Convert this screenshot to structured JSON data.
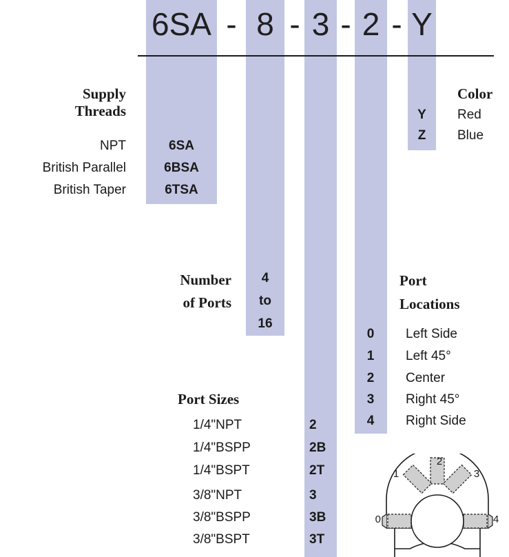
{
  "part_number": {
    "segments": [
      "6SA",
      "8",
      "3",
      "2",
      "Y"
    ],
    "separator": "-"
  },
  "supply_threads": {
    "heading_line1": "Supply",
    "heading_line2": "Threads",
    "options": [
      {
        "label": "NPT",
        "code": "6SA"
      },
      {
        "label": "British Parallel",
        "code": "6BSA"
      },
      {
        "label": "British Taper",
        "code": "6TSA"
      }
    ]
  },
  "number_of_ports": {
    "heading_line1": "Number",
    "heading_line2": "of Ports",
    "range": [
      "4",
      "to",
      "16"
    ]
  },
  "port_sizes": {
    "heading": "Port Sizes",
    "options": [
      {
        "label": "1/4\"NPT",
        "code": "2"
      },
      {
        "label": "1/4\"BSPP",
        "code": "2B"
      },
      {
        "label": "1/4\"BSPT",
        "code": "2T"
      },
      {
        "label": "3/8\"NPT",
        "code": "3"
      },
      {
        "label": "3/8\"BSPP",
        "code": "3B"
      },
      {
        "label": "3/8\"BSPT",
        "code": "3T"
      }
    ]
  },
  "port_locations": {
    "heading_line1": "Port",
    "heading_line2": "Locations",
    "options": [
      {
        "code": "0",
        "label": "Left Side"
      },
      {
        "code": "1",
        "label": "Left 45°"
      },
      {
        "code": "2",
        "label": "Center"
      },
      {
        "code": "3",
        "label": "Right 45°"
      },
      {
        "code": "4",
        "label": "Right Side"
      }
    ]
  },
  "color": {
    "heading": "Color",
    "options": [
      {
        "code": "Y",
        "label": "Red"
      },
      {
        "code": "Z",
        "label": "Blue"
      }
    ]
  },
  "diagram": {
    "port_labels": [
      "0",
      "1",
      "2",
      "3",
      "4"
    ]
  },
  "colors": {
    "band": "#c2c6e3",
    "text": "#1a1a1a",
    "diagram_fill": "#cfcfcf"
  }
}
